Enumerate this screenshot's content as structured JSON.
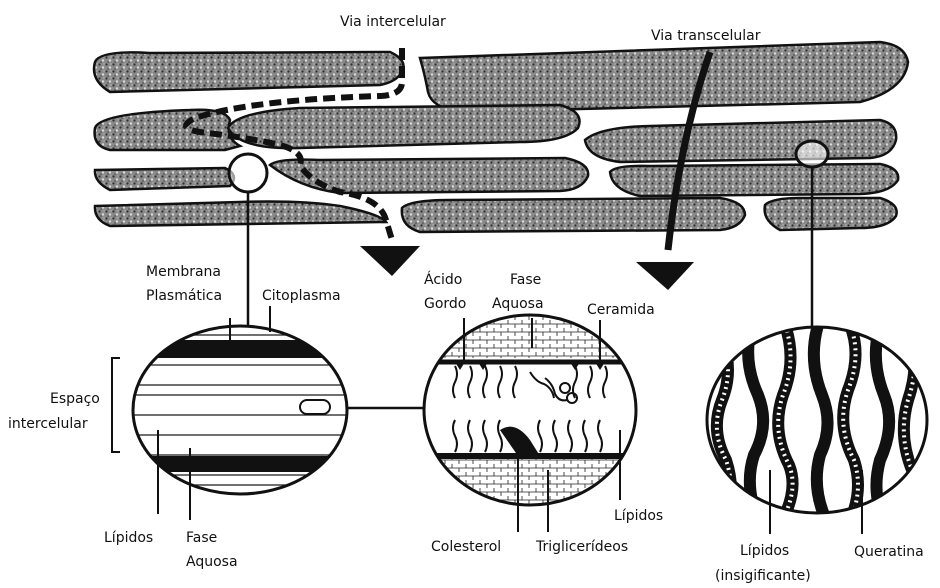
{
  "labels": {
    "via_intercelular": "Via intercelular",
    "via_transcelular": "Via transcelular",
    "membrana_1": "Membrana",
    "membrana_2": "Plasmática",
    "citoplasma": "Citoplasma",
    "espaco_1": "Espaço",
    "espaco_2": "intercelular",
    "lipidos_left": "Lípidos",
    "fase_aquosa_left_1": "Fase",
    "fase_aquosa_left_2": "Aquosa",
    "acido_1": "Ácido",
    "acido_2": "Gordo",
    "fase_aquosa_mid_1": "Fase",
    "fase_aquosa_mid_2": "Aquosa",
    "ceramida": "Ceramida",
    "lipidos_mid": "Lípidos",
    "colesterol": "Colesterol",
    "trigliceridos": "Triglicerídeos",
    "lipidos_right_1": "Lípidos",
    "lipidos_right_2": "(insigificante)",
    "queratina": "Queratina"
  }
}
